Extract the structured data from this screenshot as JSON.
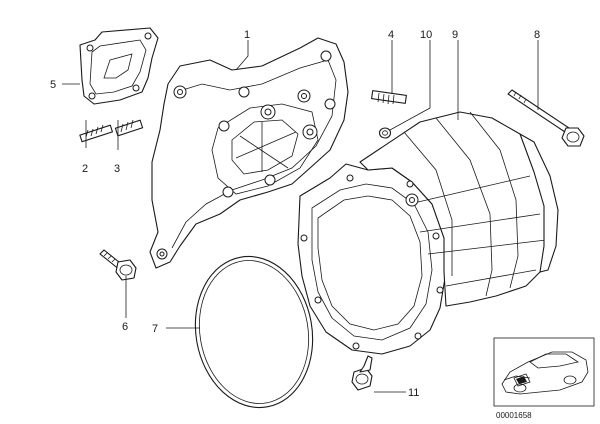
{
  "callouts": {
    "c1": "1",
    "c2": "2",
    "c3": "3",
    "c4": "4",
    "c5": "5",
    "c6": "6",
    "c7": "7",
    "c8": "8",
    "c9": "9",
    "c10": "10",
    "c11": "11"
  },
  "reference_code": "00001658",
  "colors": {
    "line": "#1a1a1a",
    "background": "#ffffff"
  }
}
